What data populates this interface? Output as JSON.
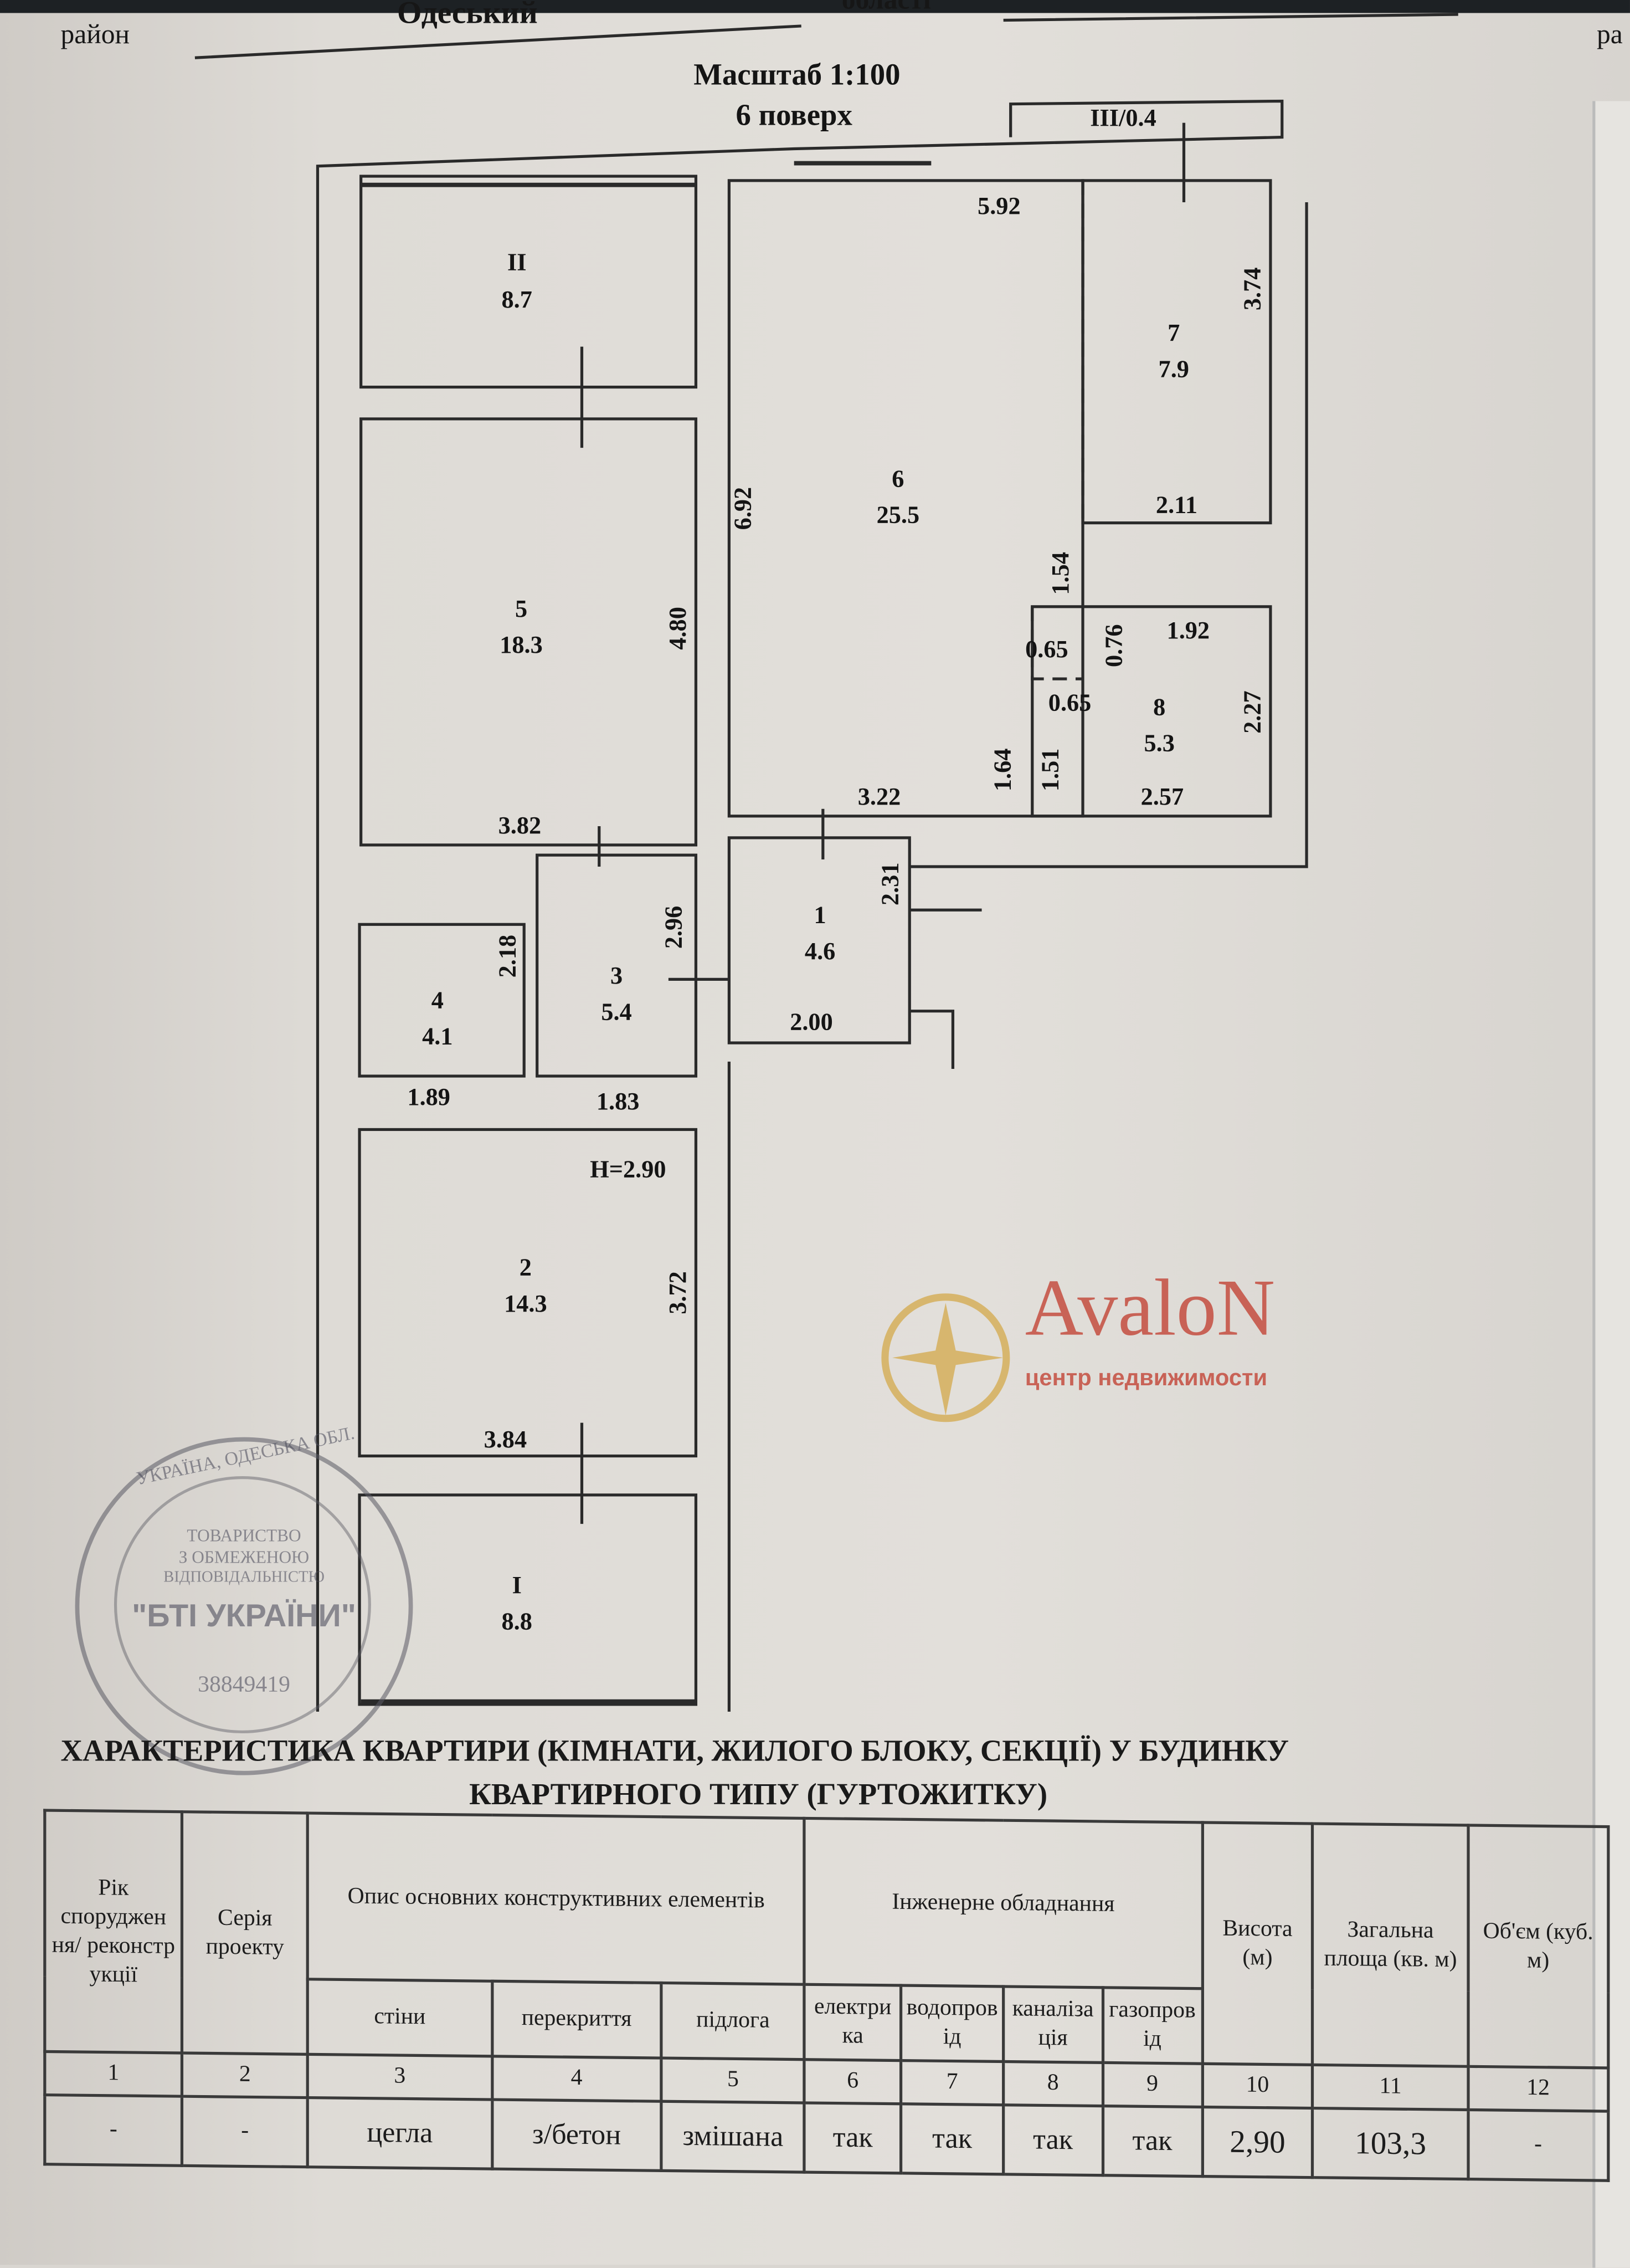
{
  "header": {
    "district_label": "район",
    "district_value": "Одеський",
    "region_label": "області",
    "right_fragment": "ра",
    "scale": "Масштаб 1:100",
    "floor": "6 поверх"
  },
  "plan": {
    "rooms": [
      {
        "id": "II",
        "area": "8.7"
      },
      {
        "id": "5",
        "area": "18.3"
      },
      {
        "id": "6",
        "area": "25.5"
      },
      {
        "id": "7",
        "area": "7.9"
      },
      {
        "id": "8",
        "area": "5.3"
      },
      {
        "id": "1",
        "area": "4.6"
      },
      {
        "id": "3",
        "area": "5.4"
      },
      {
        "id": "4",
        "area": "4.1"
      },
      {
        "id": "2",
        "area": "14.3"
      },
      {
        "id": "I",
        "area": "8.8"
      }
    ],
    "balcony_label": "III/0.4",
    "height_label": "H=2.90",
    "dims": [
      "5.92",
      "3.74",
      "2.11",
      "6.92",
      "1.54",
      "0.65",
      "0.76",
      "1.92",
      "0.65",
      "2.27",
      "1.64",
      "1.51",
      "2.57",
      "3.22",
      "4.80",
      "3.82",
      "2.31",
      "2.00",
      "2.96",
      "2.18",
      "1.83",
      "1.89",
      "3.72",
      "3.84"
    ]
  },
  "stamp": {
    "ring": "УКРАЇНА, ОДЕСЬКА ОБЛ.",
    "line1": "ТОВАРИСТВО",
    "line2": "З ОБМЕЖЕНОЮ",
    "line3": "ВІДПОВІДАЛЬНІСТЮ",
    "name": "\"БТІ УКРАЇНИ\"",
    "code": "38849419"
  },
  "watermark": {
    "brand": "AvaloN",
    "tagline": "центр недвижимости",
    "color": "#c0392b",
    "gold": "#d4a94a"
  },
  "section_title": {
    "line1": "ХАРАКТЕРИСТИКА КВАРТИРИ (КІМНАТИ, ЖИЛОГО БЛОКУ, СЕКЦІЇ) У БУДИНКУ",
    "line2": "КВАРТИРНОГО ТИПУ (ГУРТОЖИТКУ)"
  },
  "table": {
    "h_year": "Рік споруджен ня/ реконстр укції",
    "h_series": "Серія проекту",
    "h_constr": "Опис основних конструктивних елементів",
    "h_eng": "Інженерне обладнання",
    "h_height": "Висота (м)",
    "h_area": "Загальна площа (кв. м)",
    "h_volume": "Об'єм (куб. м)",
    "sub": [
      "стіни",
      "перекриття",
      "підлога",
      "електрика",
      "водопровід",
      "каналізація",
      "газопровід"
    ],
    "nums": [
      "1",
      "2",
      "3",
      "4",
      "5",
      "6",
      "7",
      "8",
      "9",
      "10",
      "11",
      "12"
    ],
    "row": [
      "-",
      "-",
      "цегла",
      "з/бетон",
      "змішана",
      "так",
      "так",
      "так",
      "так",
      "2,90",
      "103,3",
      "-"
    ]
  }
}
